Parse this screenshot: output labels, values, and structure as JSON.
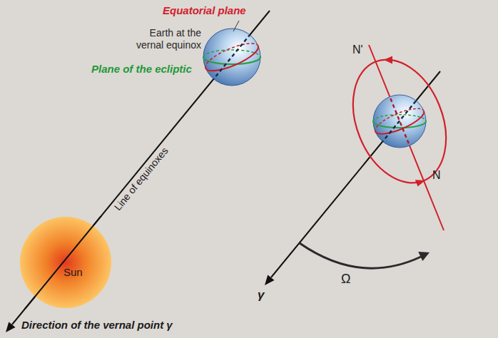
{
  "diagram": {
    "nodes": [
      {
        "text": [
          "Sun"
        ]
      }
    ],
    "labels": [
      "Equatorial plane",
      "Earth at the vernal equinox",
      "Plane of the ecliptic",
      "Line of equinoxes",
      "Direction of the vernal point γ",
      "N'",
      "N",
      "γ",
      "Ω"
    ]
  }
}
